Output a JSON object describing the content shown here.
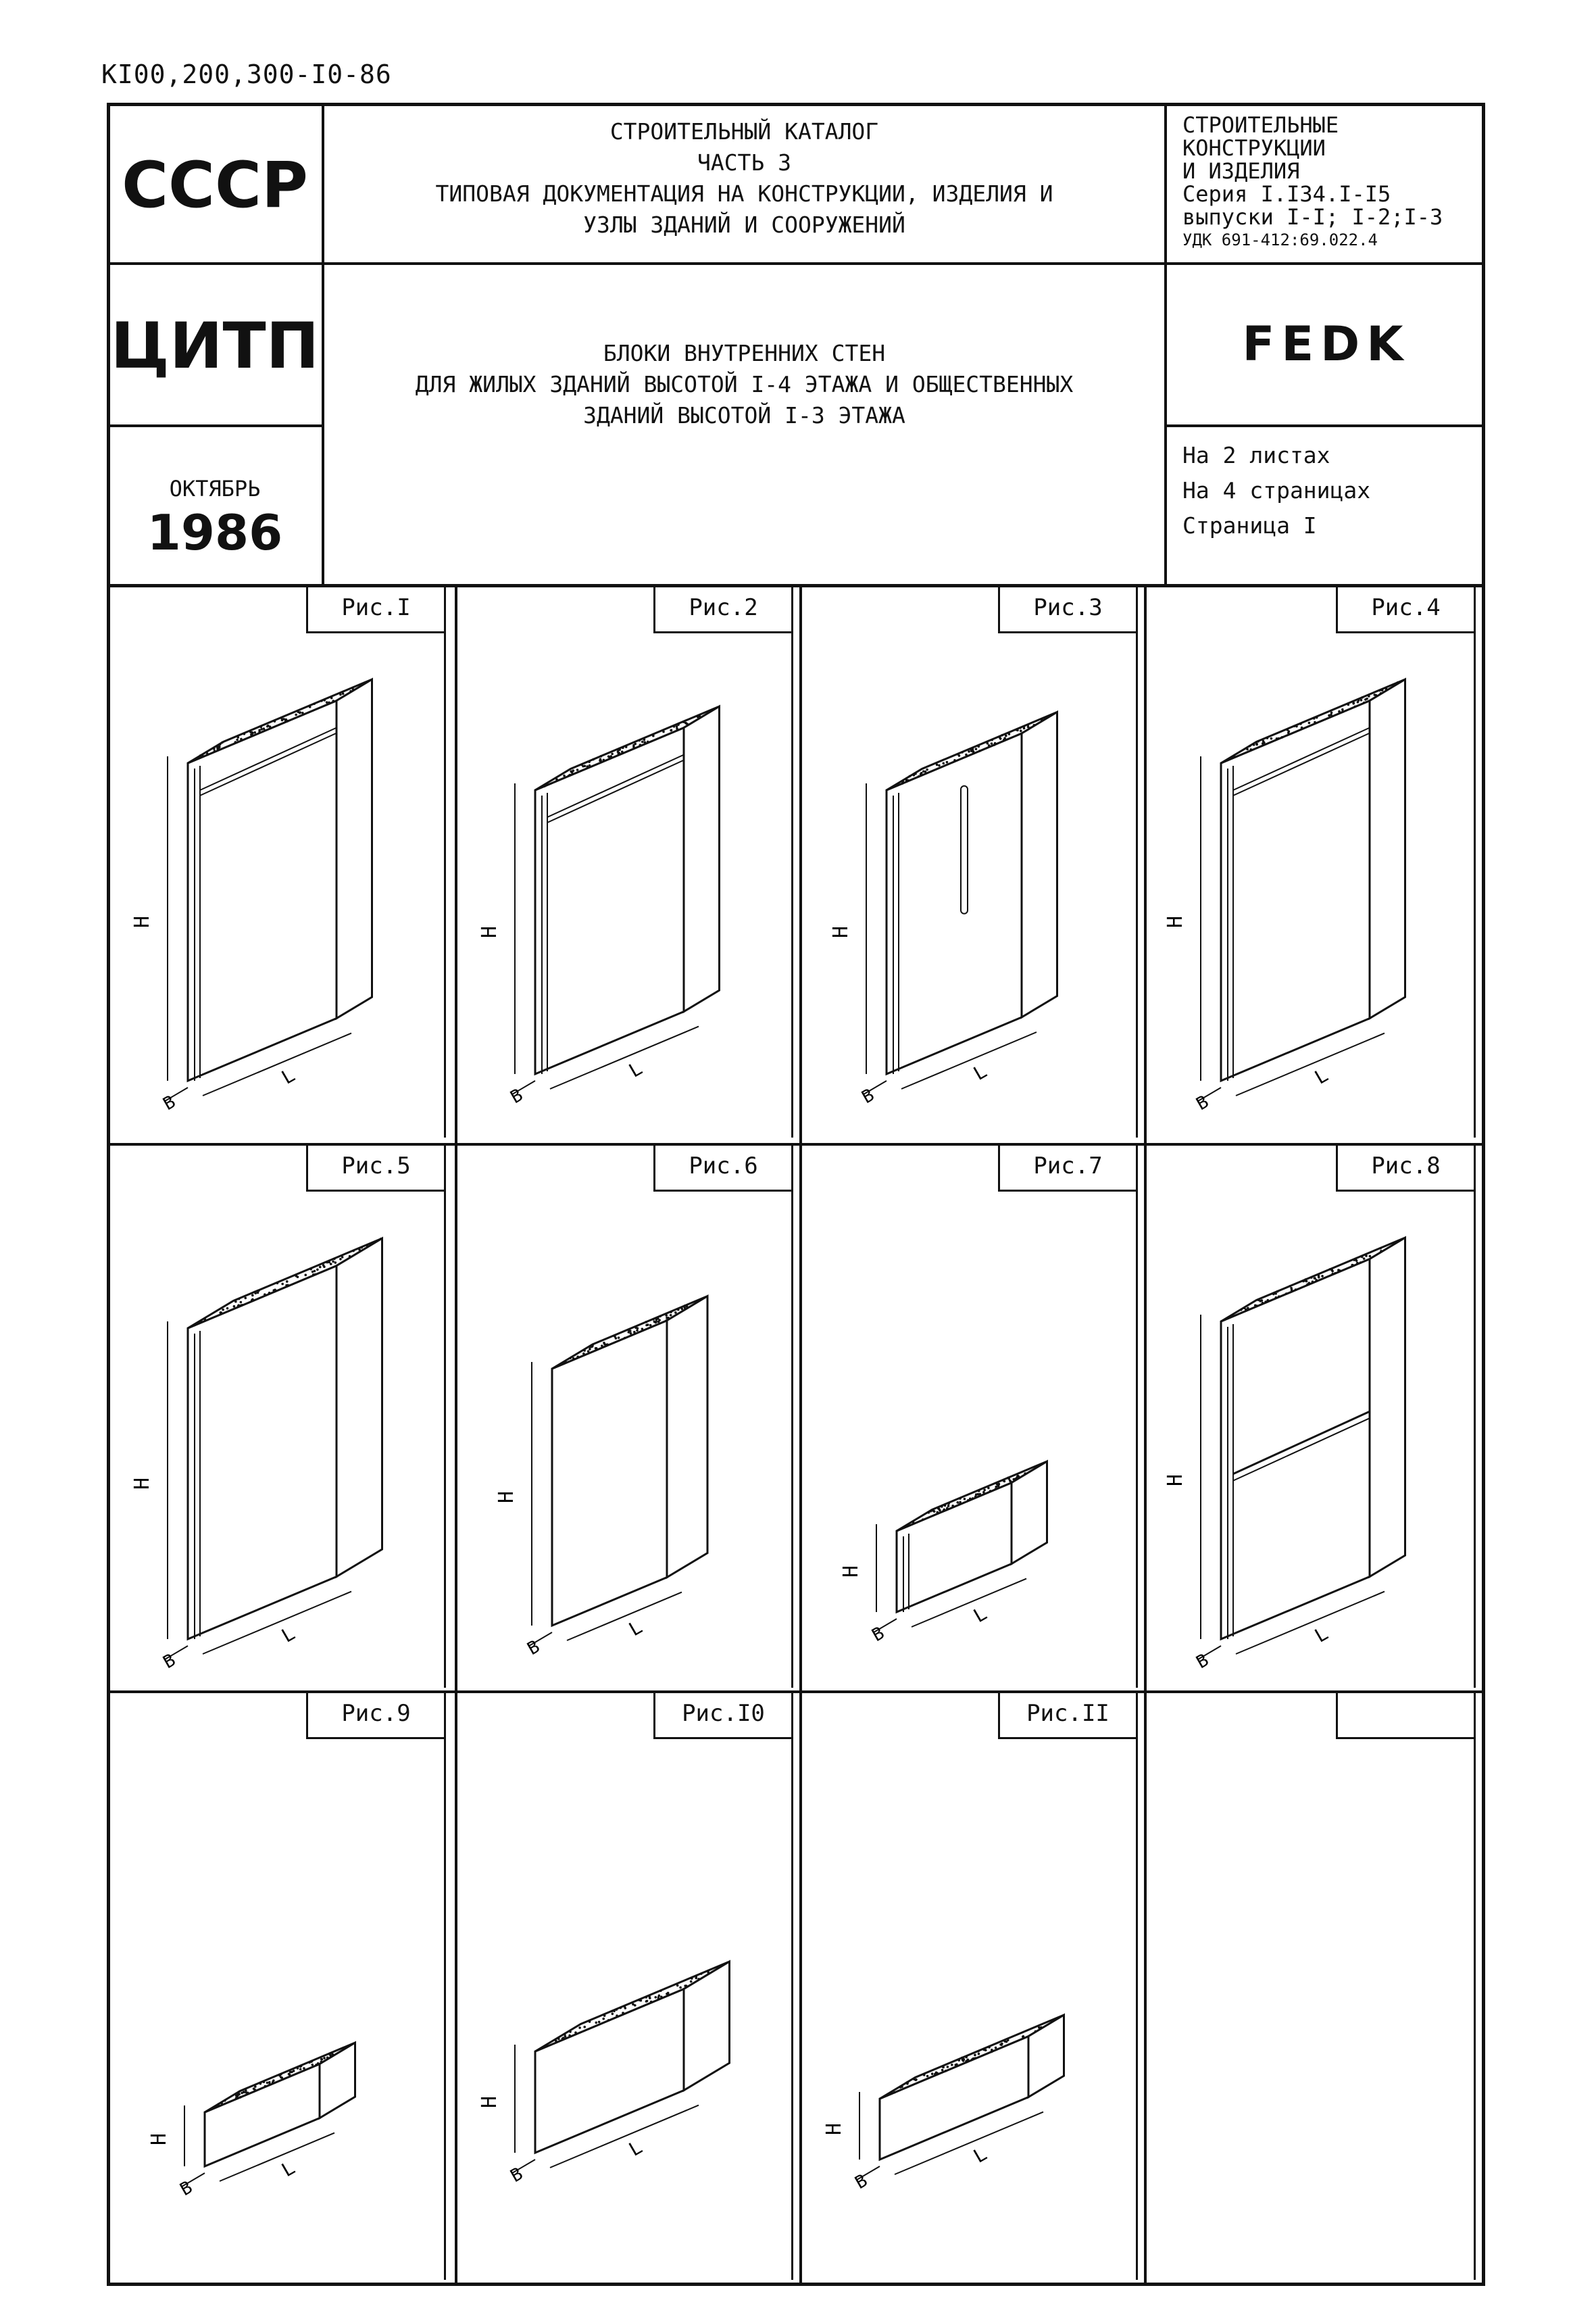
{
  "doc_code": "КI00,200,300-I0-86",
  "header": {
    "country": "СССР",
    "org": "ЦИТП",
    "date_month": "ОКТЯБРЬ",
    "date_year": "1986",
    "catalog_lines": [
      "СТРОИТЕЛЬНЫЙ КАТАЛОГ",
      "ЧАСТЬ 3",
      "ТИПОВАЯ ДОКУМЕНТАЦИЯ НА КОНСТРУКЦИИ, ИЗДЕЛИЯ И",
      "УЗЛЫ ЗДАНИЙ И СООРУЖЕНИЙ"
    ],
    "title_lines": [
      "БЛОКИ ВНУТРЕННИХ СТЕН",
      "ДЛЯ ЖИЛЫХ ЗДАНИЙ ВЫСОТОЙ I-4 ЭТАЖА И ОБЩЕСТВЕННЫХ",
      "ЗДАНИЙ ВЫСОТОЙ I-3 ЭТАЖА"
    ],
    "series_lines": [
      "СТРОИТЕЛЬНЫЕ",
      "КОНСТРУКЦИИ",
      "И ИЗДЕЛИЯ",
      "Серия I.I34.I-I5",
      "выпуски I-I; I-2;I-3",
      "УДК 691-412:69.022.4"
    ],
    "code_mark": "FEDK",
    "sheet_lines": [
      "На 2 листах",
      "На 4 страницах",
      "Страница I"
    ]
  },
  "figures": [
    {
      "label": "Рис.I",
      "dims": {
        "h": "H",
        "b": "B",
        "l": "L"
      }
    },
    {
      "label": "Рис.2",
      "dims": {
        "h": "H",
        "b": "B",
        "l": "L"
      }
    },
    {
      "label": "Рис.3",
      "dims": {
        "h": "H",
        "b": "B",
        "l": "L"
      }
    },
    {
      "label": "Рис.4",
      "dims": {
        "h": "H",
        "b": "B",
        "l": "L"
      }
    },
    {
      "label": "Рис.5",
      "dims": {
        "h": "H",
        "b": "B",
        "l": "L"
      }
    },
    {
      "label": "Рис.6",
      "dims": {
        "h": "H",
        "b": "B",
        "l": "L"
      }
    },
    {
      "label": "Рис.7",
      "dims": {
        "h": "H",
        "b": "B",
        "l": "L"
      }
    },
    {
      "label": "Рис.8",
      "dims": {
        "h": "H",
        "b": "B",
        "l": "L"
      }
    },
    {
      "label": "Рис.9",
      "dims": {
        "h": "H",
        "b": "B",
        "l": "L"
      }
    },
    {
      "label": "Рис.I0",
      "dims": {
        "h": "H",
        "b": "B",
        "l": "L"
      }
    },
    {
      "label": "Рис.II",
      "dims": {
        "h": "H",
        "b": "B",
        "l": "L"
      }
    },
    {
      "label": "",
      "dims": {
        "h": "",
        "b": "",
        "l": ""
      }
    }
  ]
}
